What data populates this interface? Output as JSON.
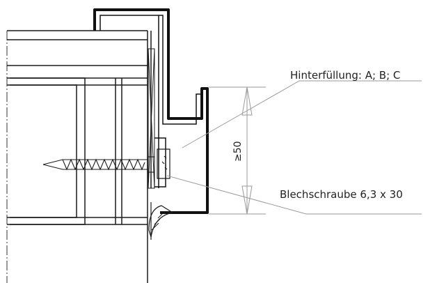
{
  "labels": {
    "backfill": "Hinterfüllung: A; B; C",
    "screw": "Blechschraube 6,3 x 30",
    "dimension": "≥50"
  },
  "colors": {
    "line": "#1a1a1a",
    "leader": "#9a9a9a",
    "profile": "#111111"
  }
}
